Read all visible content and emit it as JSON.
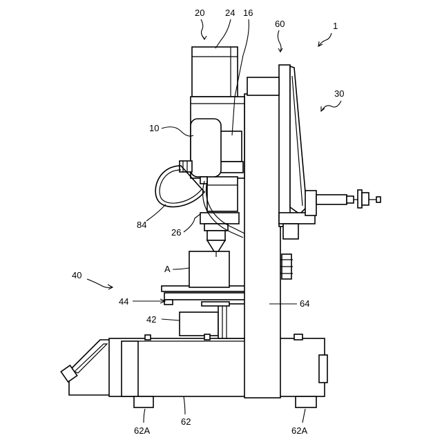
{
  "figure": {
    "labels": {
      "machine": "1",
      "spindle_unit": "10",
      "motor": "16",
      "z_axis_unit": "20",
      "drive": "24",
      "tube_end": "26",
      "display_arm": "30",
      "table_unit": "40",
      "table_drive": "42",
      "table": "44",
      "frame": "60",
      "base": "62",
      "foot_left": "62A",
      "foot_right": "62A",
      "column": "64",
      "hose": "84",
      "workpiece": "A"
    }
  },
  "colors": {
    "line": "#000000",
    "background": "#ffffff"
  }
}
